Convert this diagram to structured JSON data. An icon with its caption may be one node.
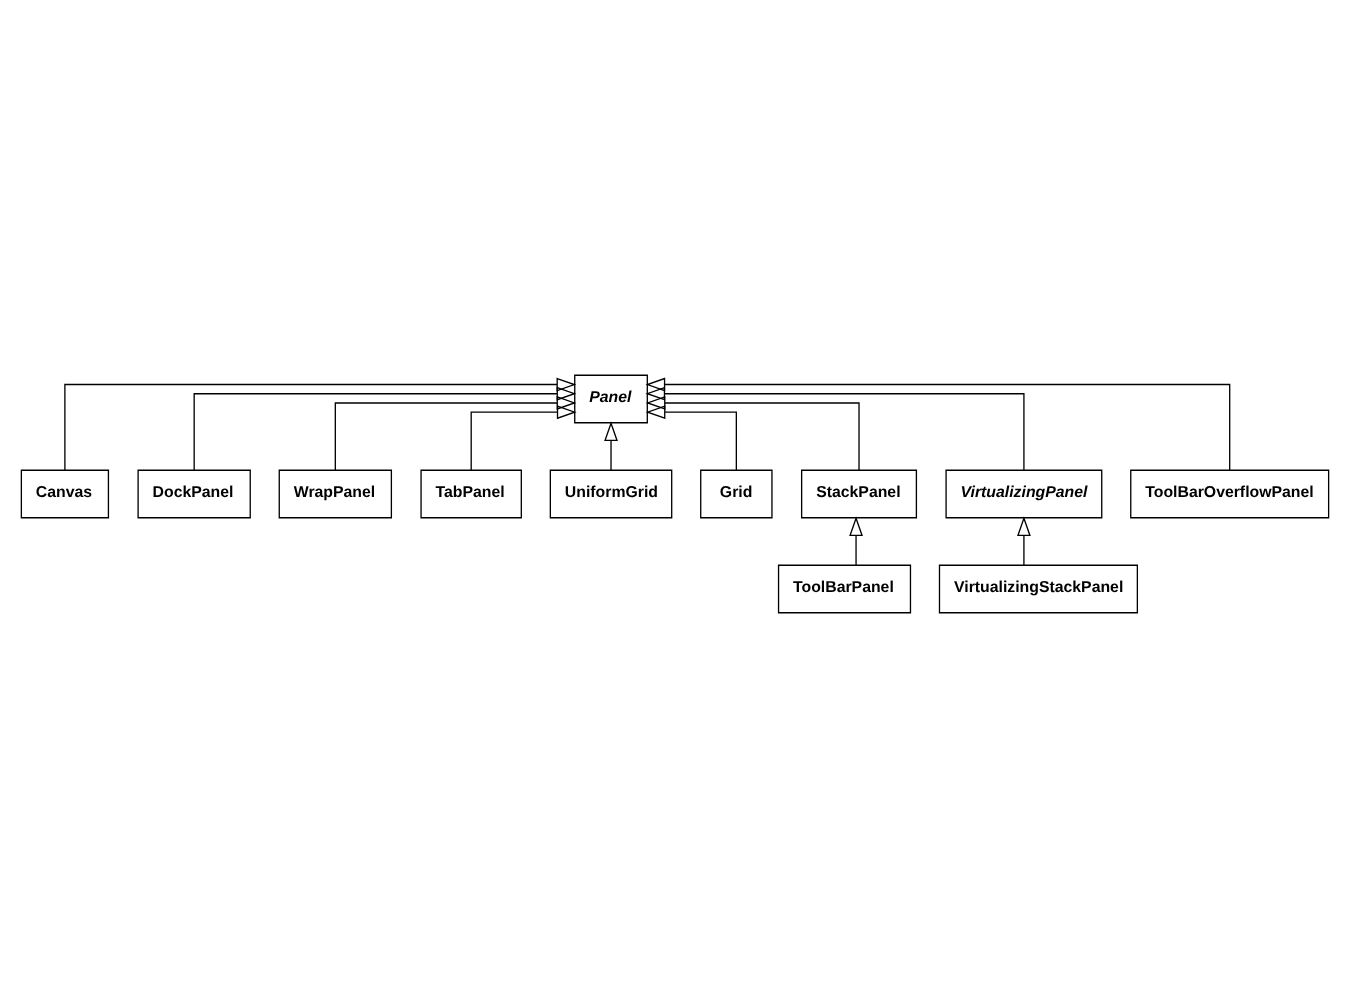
{
  "diagram": {
    "nodes": [
      {
        "text": [
          "Panel"
        ]
      },
      {
        "text": [
          "Canvas"
        ]
      },
      {
        "text": [
          "DockPanel"
        ]
      },
      {
        "text": [
          "WrapPanel"
        ]
      },
      {
        "text": [
          "TabPanel"
        ]
      },
      {
        "text": [
          "UniformGrid"
        ]
      },
      {
        "text": [
          "Grid"
        ]
      },
      {
        "text": [
          "StackPanel"
        ]
      },
      {
        "text": [
          "VirtualizingPanel"
        ]
      },
      {
        "text": [
          "ToolBarPanel"
        ]
      },
      {
        "text": [
          "VirtualizingStackPanel"
        ]
      },
      {
        "text": [
          "ToolBarOverflowPanel"
        ]
      }
    ],
    "edges": [
      {
        "from": 1,
        "to": 0,
        "arrow": "to"
      },
      {
        "from": 2,
        "to": 0,
        "arrow": "to"
      },
      {
        "from": 3,
        "to": 0,
        "arrow": "to"
      },
      {
        "from": 4,
        "to": 0,
        "arrow": "to"
      },
      {
        "from": 5,
        "to": 0,
        "arrow": "to"
      },
      {
        "from": 6,
        "to": 0,
        "arrow": "to"
      },
      {
        "from": 7,
        "to": 0,
        "arrow": "to"
      },
      {
        "from": 8,
        "to": 0,
        "arrow": "to"
      },
      {
        "from": 9,
        "to": 7,
        "arrow": "to"
      },
      {
        "from": 10,
        "to": 8,
        "arrow": "to"
      },
      {
        "from": 11,
        "to": 0,
        "arrow": "to"
      }
    ]
  }
}
